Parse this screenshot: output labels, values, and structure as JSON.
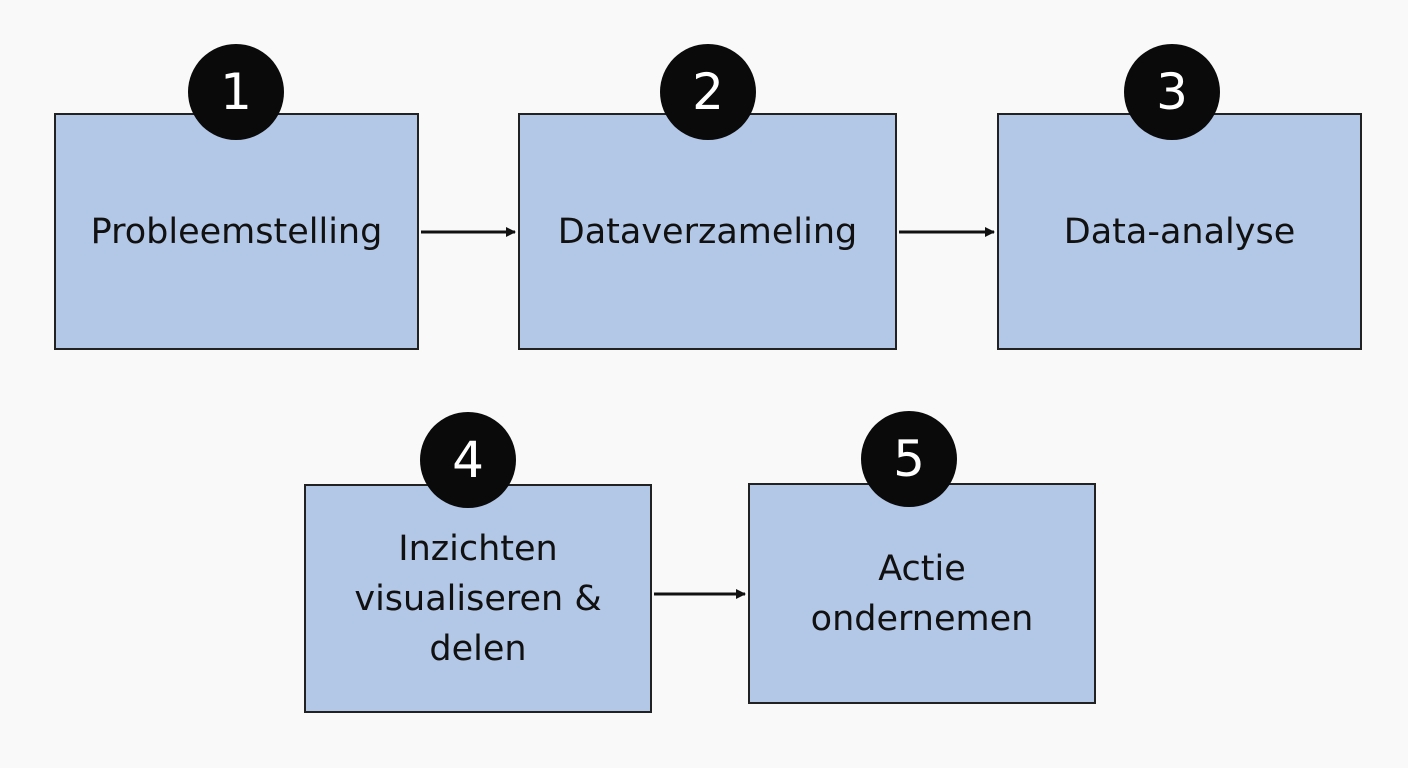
{
  "colors": {
    "background": "#f9f9f9",
    "box_fill": "#b3c7e6",
    "box_border": "#222222",
    "badge_fill": "#0a0a0a",
    "badge_text": "#ffffff",
    "arrow": "#111111"
  },
  "steps": [
    {
      "number": "1",
      "label": "Probleemstelling"
    },
    {
      "number": "2",
      "label": "Dataverzameling"
    },
    {
      "number": "3",
      "label": "Data-analyse"
    },
    {
      "number": "4",
      "label": "Inzichten\nvisualiseren &\ndelen"
    },
    {
      "number": "5",
      "label": "Actie\nondernemen"
    }
  ],
  "connections": [
    {
      "from": "1",
      "to": "2"
    },
    {
      "from": "2",
      "to": "3"
    },
    {
      "from": "4",
      "to": "5"
    }
  ]
}
